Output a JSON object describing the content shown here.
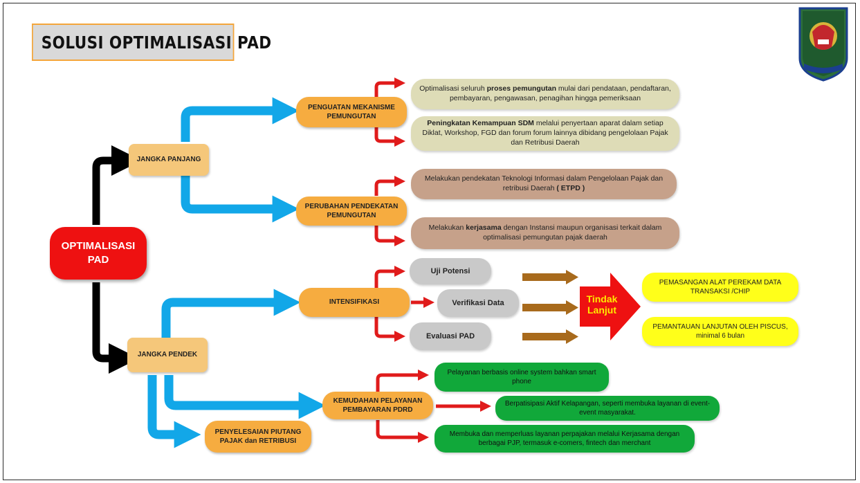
{
  "title": "SOLUSI OPTIMALISASI PAD",
  "root": "OPTIMALISASI PAD",
  "long_term": {
    "label": "JANGKA PANJANG",
    "branches": [
      {
        "label": "PENGUATAN MEKANISME PEMUNGUTAN",
        "items": [
          {
            "pre": "Optimalisasi seluruh ",
            "bold": "proses pemungutan",
            "post": " mulai dari pendataan, pendaftaran, pembayaran, pengawasan, penagihan hingga pemeriksaan"
          },
          {
            "pre": "",
            "bold": "Peningkatan Kemampuan SDM",
            "post": " melalui penyertaan aparat dalam setiap Diklat, Workshop, FGD dan forum forum lainnya dibidang pengelolaan Pajak dan Retribusi Daerah"
          }
        ]
      },
      {
        "label": "PERUBAHAN PENDEKATAN PEMUNGUTAN",
        "items": [
          {
            "pre": "Melakukan pendekatan Teknologi Informasi dalam Pengelolaan Pajak dan retribusi Daerah ",
            "bold": "( ETPD )",
            "post": ""
          },
          {
            "pre": "Melakukan ",
            "bold": "kerjasama",
            "post": " dengan Instansi maupun organisasi terkait dalam optimalisasi pemungutan pajak daerah"
          }
        ]
      }
    ]
  },
  "short_term": {
    "label": "JANGKA PENDEK",
    "intensifikasi": {
      "label": "INTENSIFIKASI",
      "steps": [
        "Uji Potensi",
        "Verifikasi Data",
        "Evaluasi PAD"
      ]
    },
    "tindak_lanjut": "Tindak Lanjut",
    "follow_ups": [
      "PEMASANGAN ALAT PEREKAM DATA TRANSAKSI /CHIP",
      "PEMANTAUAN LANJUTAN OLEH PISCUS, minimal 6 bulan"
    ],
    "kemudahan": {
      "label": "KEMUDAHAN PELAYANAN PEMBAYARAN PDRD",
      "items": [
        "Pelayanan berbasis online system bahkan smart phone",
        "Berpatisipasi Aktif Kelapangan, seperti membuka layanan di event-event masyarakat.",
        "Membuka dan memperluas layanan perpajakan melalui Kerjasama dengan berbagai PJP, termasuk e-comers, fintech dan merchant"
      ]
    },
    "piutang": "PENYELESAIAN PIUTANG PAJAK dan RETRIBUSI"
  },
  "colors": {
    "root": "#ee1111",
    "category": "#f5c77a",
    "branch": "#f6ac40",
    "blue_arrow": "#12a7e8",
    "red_arrow": "#e01b1b",
    "black_arrow": "#000000",
    "brown_arrow": "#a86a1c",
    "khaki": "#dedcb7",
    "brown": "#c6a18a",
    "gray": "#c9c9c9",
    "yellow": "#ffff1a",
    "green": "#11a83a"
  },
  "icons": [
    "garuda-emblem-icon"
  ]
}
